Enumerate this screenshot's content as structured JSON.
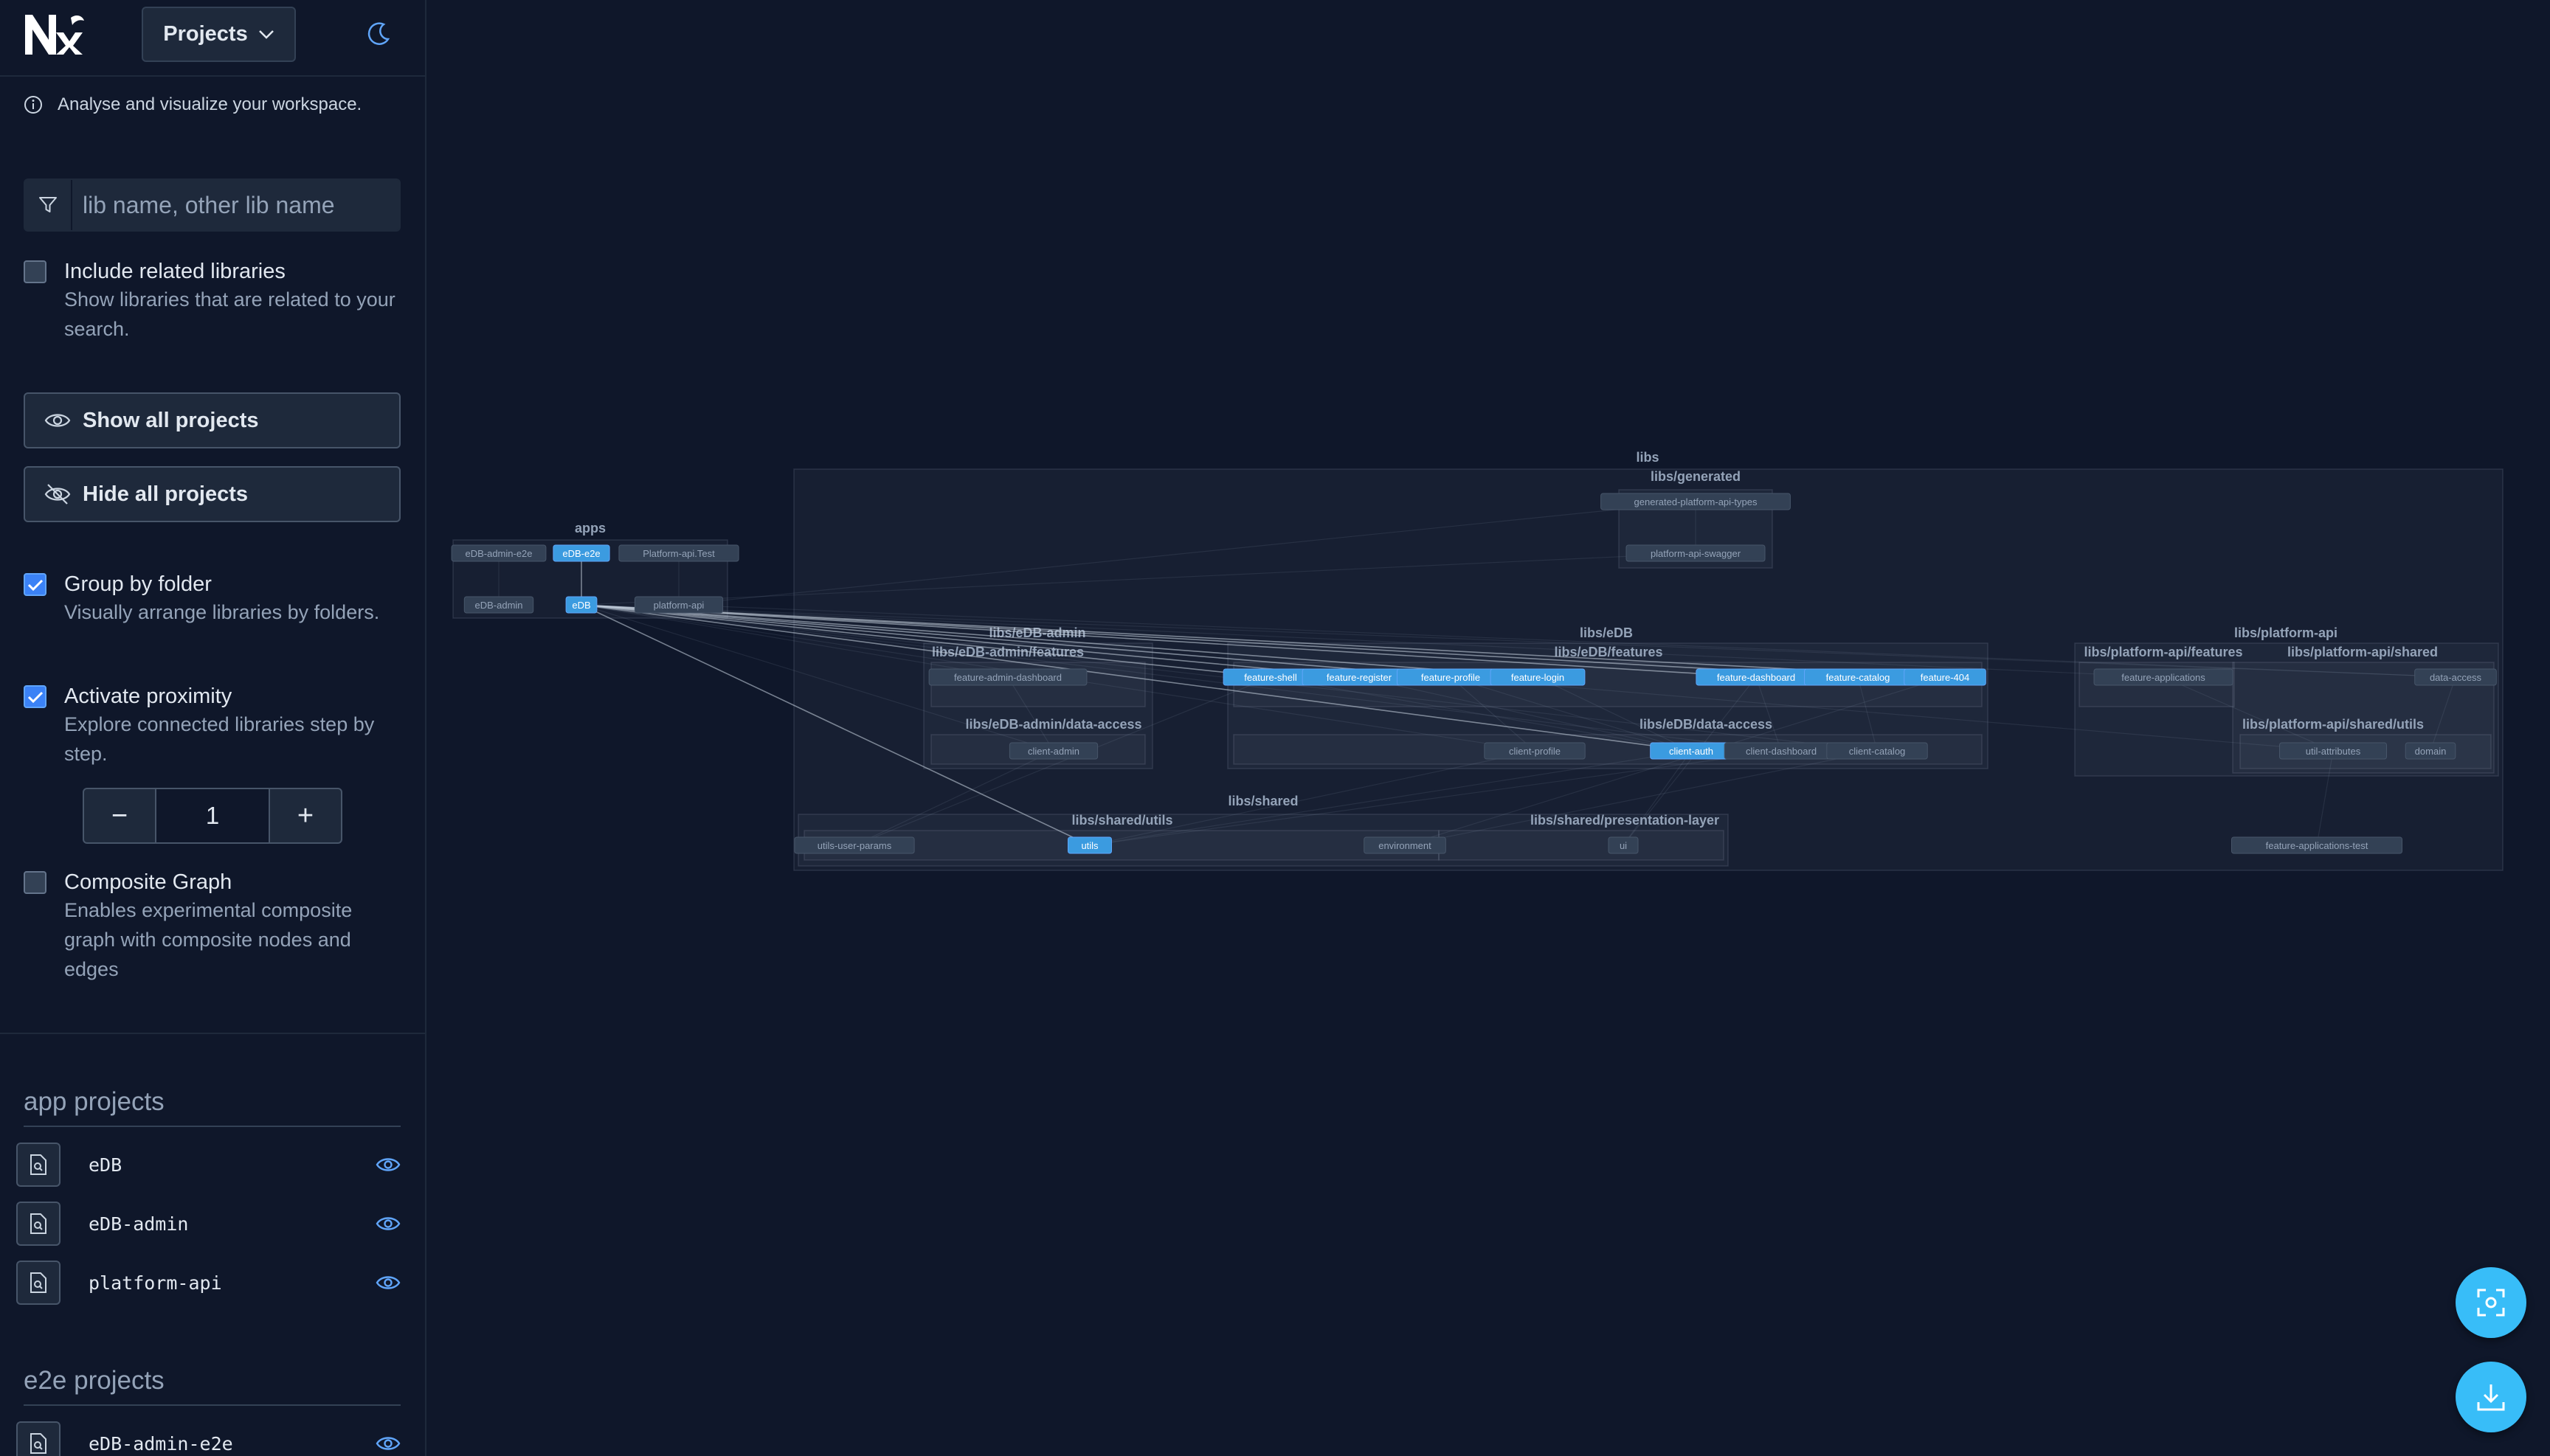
{
  "header": {
    "projects_label": "Projects"
  },
  "info": {
    "text": "Analyse and visualize your workspace."
  },
  "search": {
    "placeholder": "lib name, other lib name"
  },
  "options": {
    "include_related": {
      "title": "Include related libraries",
      "desc": "Show libraries that are related to your search.",
      "checked": false
    },
    "group_by_folder": {
      "title": "Group by folder",
      "desc": "Visually arrange libraries by folders.",
      "checked": true
    },
    "activate_proximity": {
      "title": "Activate proximity",
      "desc": "Explore connected libraries step by step.",
      "checked": true
    },
    "composite_graph": {
      "title": "Composite Graph",
      "desc": "Enables experimental composite graph with composite nodes and edges",
      "checked": false
    }
  },
  "buttons": {
    "show_all": "Show all projects",
    "hide_all": "Hide all projects"
  },
  "stepper": {
    "minus": "−",
    "value": "1",
    "plus": "+"
  },
  "sections": {
    "app_title": "app projects",
    "app_items": [
      "eDB",
      "eDB-admin",
      "platform-api"
    ],
    "e2e_title": "e2e projects",
    "e2e_items": [
      "eDB-admin-e2e"
    ]
  },
  "graph": {
    "groups": [
      "apps",
      "libs",
      "libs/generated",
      "libs/eDB-admin",
      "libs/eDB-admin/features",
      "libs/eDB-admin/data-access",
      "libs/eDB",
      "libs/eDB/features",
      "libs/eDB/data-access",
      "libs/platform-api",
      "libs/platform-api/features",
      "libs/platform-api/shared",
      "libs/platform-api/shared/utils",
      "libs/shared",
      "libs/shared/utils",
      "libs/shared/presentation-layer"
    ],
    "nodes": [
      "eDB-admin-e2e",
      "eDB-e2e",
      "Platform-api.Test",
      "eDB-admin",
      "eDB",
      "platform-api",
      "generated-platform-api-types",
      "platform-api-swagger",
      "feature-admin-dashboard",
      "client-admin",
      "feature-shell",
      "feature-register",
      "feature-profile",
      "feature-login",
      "feature-dashboard",
      "feature-catalog",
      "feature-404",
      "client-profile",
      "client-auth",
      "client-dashboard",
      "client-catalog",
      "feature-applications",
      "data-access",
      "util-attributes",
      "domain",
      "utils-user-params",
      "utils",
      "environment",
      "ui",
      "feature-applications-test"
    ]
  },
  "colors": {
    "bg": "#0f172a",
    "panel": "#1e293b",
    "accent": "#38bdf8",
    "node_active": "#3b9be0"
  }
}
